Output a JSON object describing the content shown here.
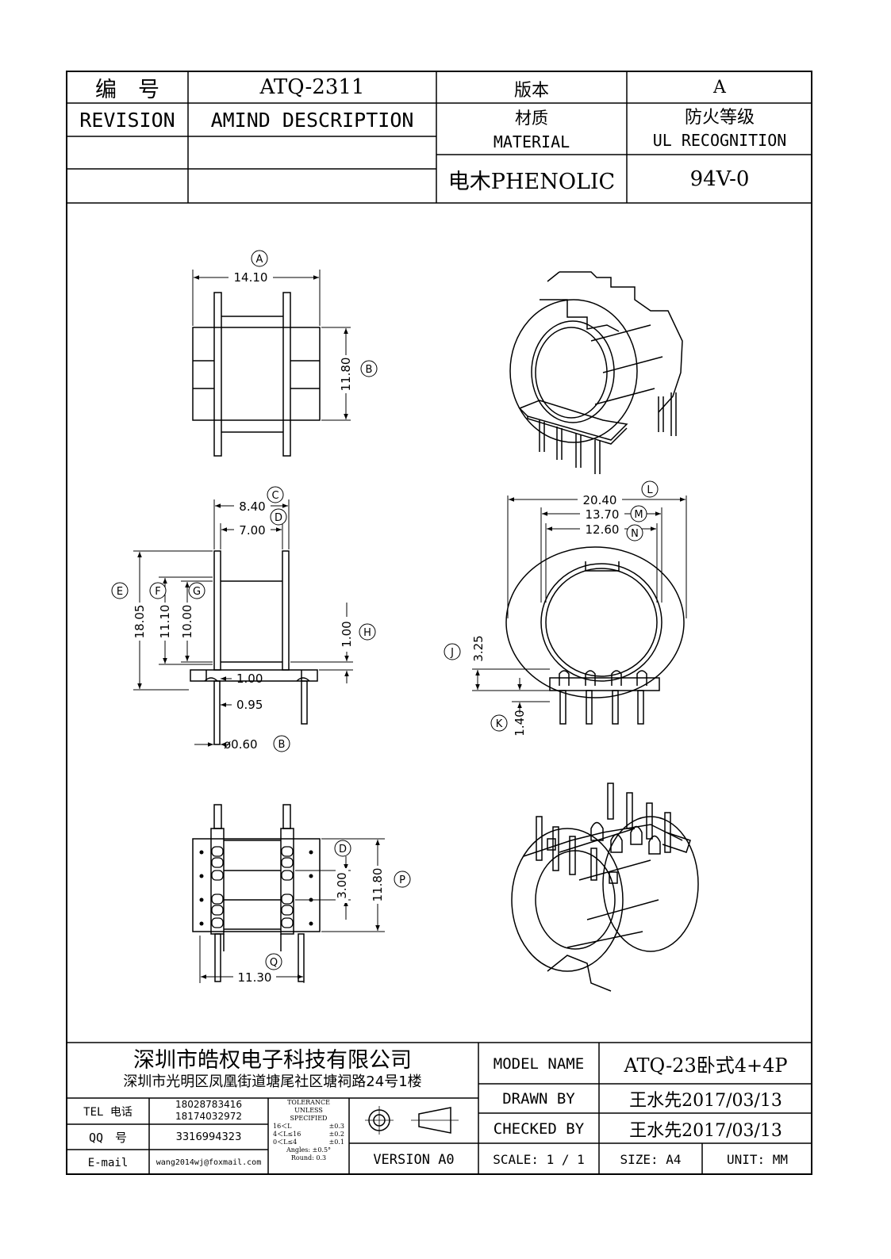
{
  "header": {
    "number_label": "编　号",
    "number_value": "ATQ-2311",
    "version_label": "版本",
    "version_value": "A",
    "revision_label": "REVISION",
    "amind_label": "AMIND DESCRIPTION",
    "material_cn": "材质",
    "material_en": "MATERIAL",
    "ul_cn": "防火等级",
    "ul_en": "UL RECOGNITION",
    "material_value": "电木PHENOLIC",
    "ul_value": "94V-0"
  },
  "dims": {
    "A": {
      "letter": "A",
      "value": "14.10"
    },
    "B": {
      "letter": "B",
      "value": "11.80"
    },
    "C": {
      "letter": "C",
      "value": "8.40"
    },
    "D": {
      "letter": "D",
      "value": "7.00"
    },
    "E": {
      "letter": "E",
      "value": "18.05"
    },
    "F": {
      "letter": "F",
      "value": "11.10"
    },
    "G": {
      "letter": "G",
      "value": "10.00"
    },
    "H": {
      "letter": "H",
      "value": "1.00"
    },
    "pin_h": "1.00",
    "pin_w": "0.95",
    "pin_dia": {
      "value": "ø0.60",
      "letter": "B"
    },
    "L": {
      "letter": "L",
      "value": "20.40"
    },
    "M": {
      "letter": "M",
      "value": "13.70"
    },
    "N": {
      "letter": "N",
      "value": "12.60"
    },
    "J": {
      "letter": "J",
      "value": "3.25"
    },
    "K": {
      "letter": "K",
      "value": "1.40"
    },
    "O": {
      "letter": "D",
      "value": "3.00"
    },
    "P": {
      "letter": "P",
      "value": "11.80"
    },
    "Q": {
      "letter": "Q",
      "value": "11.30"
    }
  },
  "footer": {
    "company_name": "深圳市皓权电子科技有限公司",
    "company_address": "深圳市光明区凤凰街道塘尾社区塘祠路24号1楼",
    "tel_label": "TEL 电话",
    "tel_1": "18028783416",
    "tel_2": "18174032972",
    "qq_label": "QQ　号",
    "qq_value": "3316994323",
    "email_label": "E-mail",
    "email_value": "wang2014wj@foxmail.com",
    "tolerance": [
      "TOLERANCE",
      "UNLESS",
      "SPECIFIED"
    ],
    "tol_rows": [
      {
        "range": "16＜L",
        "tol": "±0.3"
      },
      {
        "range": "4＜L≤16",
        "tol": "±0.2"
      },
      {
        "range": "0＜L≤4",
        "tol": "±0.1"
      }
    ],
    "angles": "Angles: ±0.5°",
    "round": "Round: 0.3",
    "version_label": "VERSION A0",
    "model_name_label": "MODEL NAME",
    "model_name_value": "ATQ-23卧式4+4P",
    "drawn_by_label": "DRAWN BY",
    "drawn_by_value": "王水先2017/03/13",
    "checked_by_label": "CHECKED BY",
    "checked_by_value": "王水先2017/03/13",
    "scale_label": "SCALE: 1 / 1",
    "size_label": "SIZE: A4",
    "unit_label": "UNIT: MM"
  }
}
